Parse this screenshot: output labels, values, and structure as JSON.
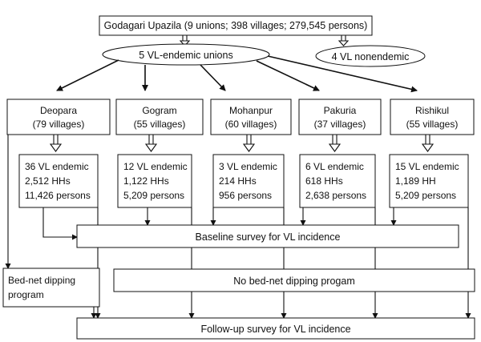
{
  "top": {
    "label": "Godagari Upazila (9 unions; 398 villages; 279,545 persons)"
  },
  "endemic_unions": {
    "label": "5 VL-endemic unions"
  },
  "nonendemic": {
    "label": "4 VL nonendemic"
  },
  "unions": [
    {
      "name": "Deopara",
      "villages": "(79 villages)",
      "endemic": "36 VL endemic",
      "hhs": "2,512 HHs",
      "persons": "11,426 persons"
    },
    {
      "name": "Gogram",
      "villages": "(55 villages)",
      "endemic": "12 VL endemic",
      "hhs": "1,122 HHs",
      "persons": "5,209 persons"
    },
    {
      "name": "Mohanpur",
      "villages": "(60 villages)",
      "endemic": "3 VL endemic",
      "hhs": "214 HHs",
      "persons": "956 persons"
    },
    {
      "name": "Pakuria",
      "villages": "(37 villages)",
      "endemic": "6 VL endemic",
      "hhs": "618 HHs",
      "persons": "2,638 persons"
    },
    {
      "name": "Rishikul",
      "villages": "(55 villages)",
      "endemic": "15 VL endemic",
      "hhs": "1,189 HH",
      "persons": "5,209 persons"
    }
  ],
  "baseline": {
    "label": "Baseline survey for VL incidence"
  },
  "bednet": {
    "line1": "Bed-net dipping",
    "line2": "program"
  },
  "no_bednet": {
    "label": "No bed-net dipping progam"
  },
  "followup": {
    "label": "Follow-up survey for VL incidence"
  }
}
